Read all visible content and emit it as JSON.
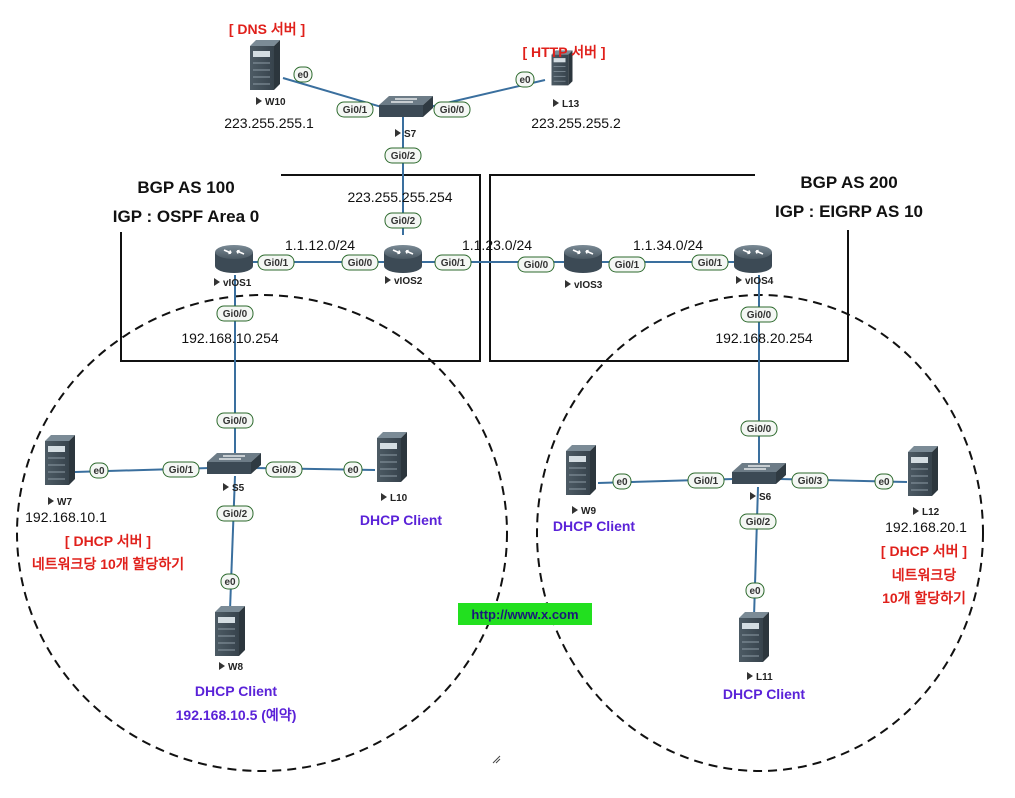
{
  "areas": {
    "as100": {
      "line1": "BGP AS 100",
      "line2": "IGP : OSPF Area 0"
    },
    "as200": {
      "line1": "BGP AS 200",
      "line2": "IGP : EIGRP AS 10"
    }
  },
  "nodes": {
    "W10": "W10",
    "L13": "L13",
    "S7": "S7",
    "vIOS1": "vIOS1",
    "vIOS2": "vIOS2",
    "vIOS3": "vIOS3",
    "vIOS4": "vIOS4",
    "S5": "S5",
    "S6": "S6",
    "W7": "W7",
    "W8": "W8",
    "L10": "L10",
    "W9": "W9",
    "L11": "L11",
    "L12": "L12"
  },
  "ports": {
    "w10_e0": "e0",
    "s7_gi01": "Gi0/1",
    "s7_gi00": "Gi0/0",
    "l13_e0": "e0",
    "s7_gi02": "Gi0/2",
    "vios2_gi02": "Gi0/2",
    "vios1_gi01": "Gi0/1",
    "vios2_gi00": "Gi0/0",
    "vios2_gi01": "Gi0/1",
    "vios3_gi00": "Gi0/0",
    "vios3_gi01": "Gi0/1",
    "vios4_gi01": "Gi0/1",
    "vios1_gi00": "Gi0/0",
    "vios4_gi00": "Gi0/0",
    "s5_gi00": "Gi0/0",
    "s5_gi01": "Gi0/1",
    "w7_e0": "e0",
    "s5_gi03": "Gi0/3",
    "l10_e0": "e0",
    "s5_gi02": "Gi0/2",
    "w8_e0": "e0",
    "s6_gi00": "Gi0/0",
    "w9_e0": "e0",
    "s6_gi01": "Gi0/1",
    "s6_gi03": "Gi0/3",
    "l12_e0": "e0",
    "s6_gi02": "Gi0/2",
    "l11_e0": "e0"
  },
  "labels": {
    "dns_server": "[ DNS 서버 ]",
    "http_server": "[ HTTP 서버 ]",
    "w10_ip": "223.255.255.1",
    "l13_ip": "223.255.255.2",
    "s7_net": "223.255.255.254",
    "net_1_2": "1.1.12.0/24",
    "net_2_3": "1.1.23.0/24",
    "net_3_4": "1.1.34.0/24",
    "gw_10": "192.168.10.254",
    "gw_20": "192.168.20.254",
    "w7_ip": "192.168.10.1",
    "w7_role": "[ DHCP 서버 ]",
    "w7_pool": "네트워크당 10개 할당하기",
    "l10_role": "DHCP Client",
    "w8_role": "DHCP Client",
    "w8_ip": "192.168.10.5 (예약)",
    "w9_role": "DHCP Client",
    "l11_role": "DHCP Client",
    "l12_ip": "192.168.20.1",
    "l12_role": "[ DHCP 서버 ]",
    "l12_pool_1": "네트워크당",
    "l12_pool_2": "10개 할당하기",
    "url": "http://www.x.com"
  },
  "colors": {
    "link": "#3a6f9e",
    "device": "#3c4a55",
    "device_light": "#5d6d79",
    "port_fill": "#f4f7f4",
    "port_stroke": "#2d6a2d",
    "server_red": "#e0201b",
    "client_purple": "#5a22d8",
    "url_bg": "#22e01f"
  }
}
